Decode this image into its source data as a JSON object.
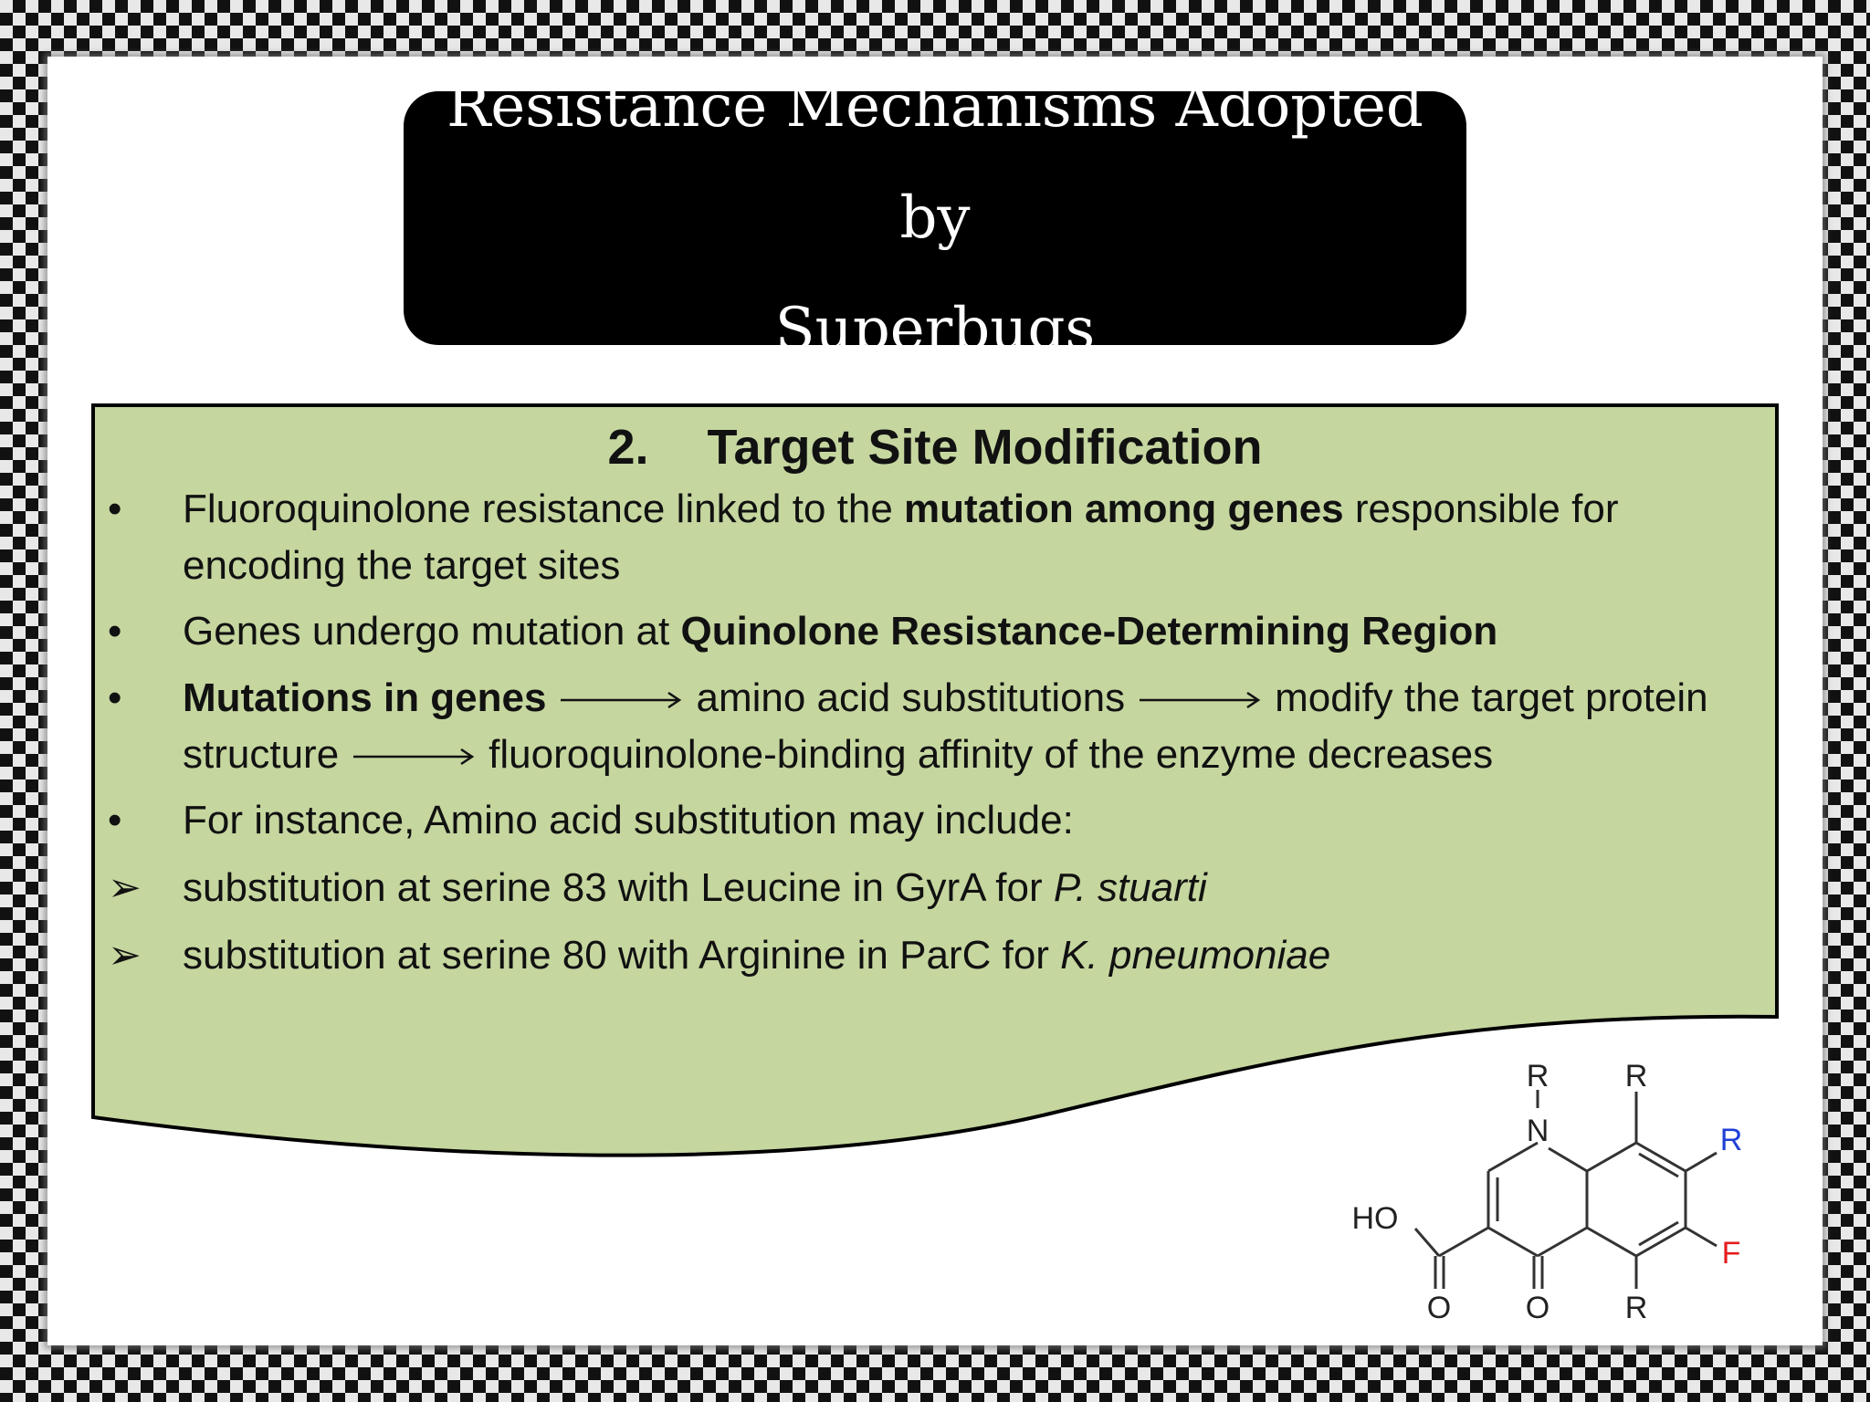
{
  "title": {
    "line1": "Resistance Mechanisms Adopted by",
    "line2": "Superbugs"
  },
  "section": {
    "number": "2.",
    "heading": "Target Site Modification"
  },
  "bullets": {
    "marker": "•",
    "b1": {
      "t1": "Fluoroquinolone resistance  linked to the ",
      "b": "mutation among genes",
      "t2": " responsible for encoding the target sites"
    },
    "b2": {
      "t1": "Genes undergo mutation at ",
      "b": "Quinolone Resistance-Determining Region"
    },
    "b3": {
      "b": "Mutations in genes",
      "t1": "amino acid substitutions",
      "t2": "modify the target protein structure",
      "t3": "fluoroquinolone-binding affinity of the enzyme decreases"
    },
    "b4": {
      "t1": " For instance, Amino acid substitution may include:"
    }
  },
  "subitems": {
    "marker": "➢",
    "s1": {
      "t": "substitution at serine 83 with Leucine in GyrA for ",
      "i": "P. stuarti"
    },
    "s2": {
      "t": "substitution at serine 80 with Arginine in ParC for ",
      "i": "K. pneumoniae"
    }
  },
  "structure": {
    "r_top_n": "R",
    "n": "N",
    "r_top_right": "R",
    "r_right": "R",
    "f": "F",
    "r_bottom": "R",
    "ho": "HO",
    "o_left": "O",
    "o_mid": "O"
  },
  "colors": {
    "panel": "#c5d69f",
    "title_bg": "#000000",
    "r_blue": "#1f3fd6",
    "f_red": "#e51c1c"
  }
}
